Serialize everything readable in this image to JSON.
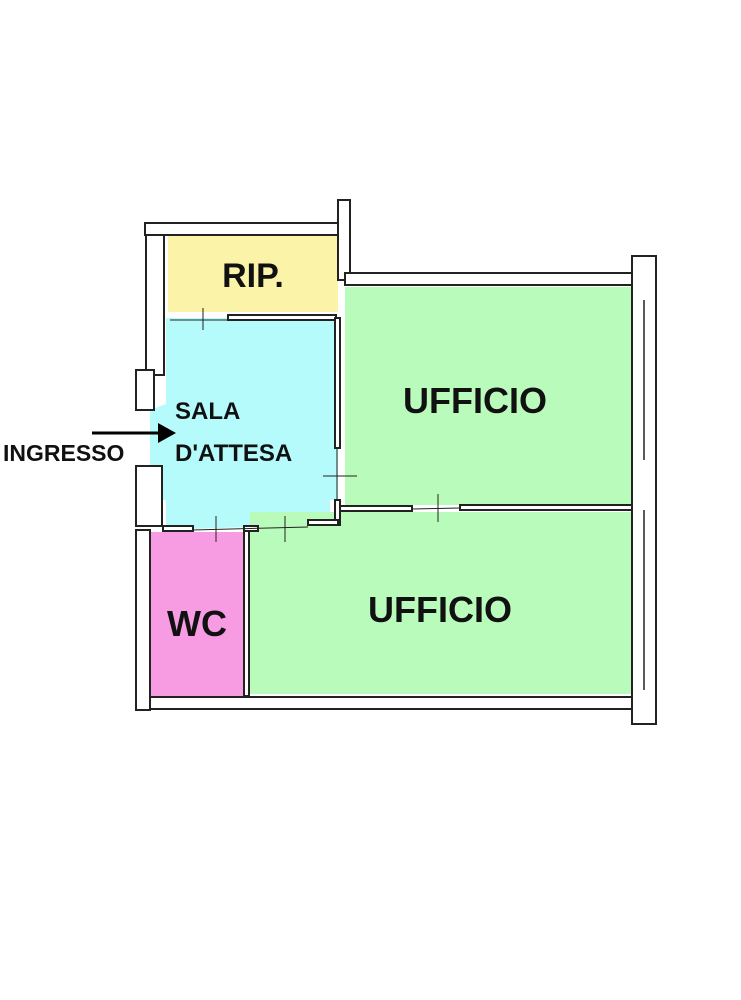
{
  "rooms": {
    "storage": {
      "label": "RIP.",
      "color": "#fbf3a8"
    },
    "waiting_room": {
      "label_line1": "SALA",
      "label_line2": "D'ATTESA",
      "color": "#b6fbfb"
    },
    "office_top": {
      "label": "UFFICIO",
      "color": "#b9fbbb"
    },
    "office_bottom": {
      "label": "UFFICIO",
      "color": "#b9fbbb"
    },
    "wc": {
      "label": "WC",
      "color": "#f79be2"
    }
  },
  "entrance": {
    "label": "INGRESSO"
  }
}
